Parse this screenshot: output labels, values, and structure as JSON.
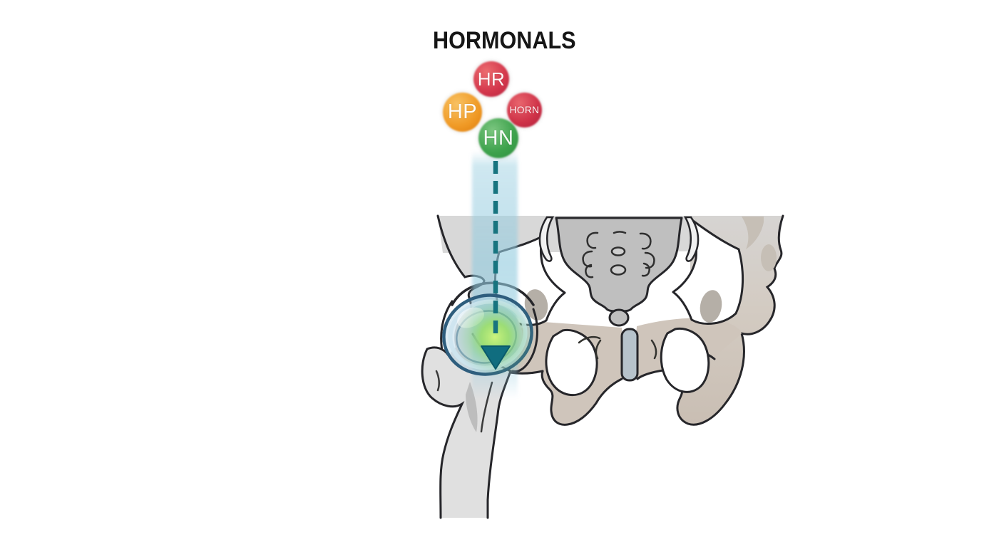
{
  "title": "HORMONALS",
  "hormones": [
    {
      "label": "HR",
      "color": {
        "base": "#d4374c",
        "highlight": "#ec6d70",
        "dark": "#ba2440"
      }
    },
    {
      "label": "HP",
      "color": {
        "base": "#f09a26",
        "highlight": "#f8c263",
        "dark": "#e07f0e"
      }
    },
    {
      "label": "HORN",
      "color": {
        "base": "#cf3248",
        "highlight": "#e8656d",
        "dark": "#b3233e"
      }
    },
    {
      "label": "HN",
      "color": {
        "base": "#3da24c",
        "highlight": "#7cc680",
        "dark": "#2f9040"
      }
    }
  ],
  "figure": {
    "beam_color": "#9ed0e2",
    "dash_color": "#17747f",
    "arrow_color": "#106d7f",
    "arrow_outline": "#0a5a6b",
    "glow_color": "#96df5a",
    "joint_ring_color": "#2e5d7d",
    "joint_ring_fill": "#a5cde1",
    "pubic_symphysis_color": "#b7c3cb",
    "bone_fill": "#d8d8d8",
    "bone_fill_warm": "#cfc5bb",
    "sacrum_fill": "#bfbfbf",
    "bone_outline": "#26262a",
    "arrow_direction": "down"
  }
}
